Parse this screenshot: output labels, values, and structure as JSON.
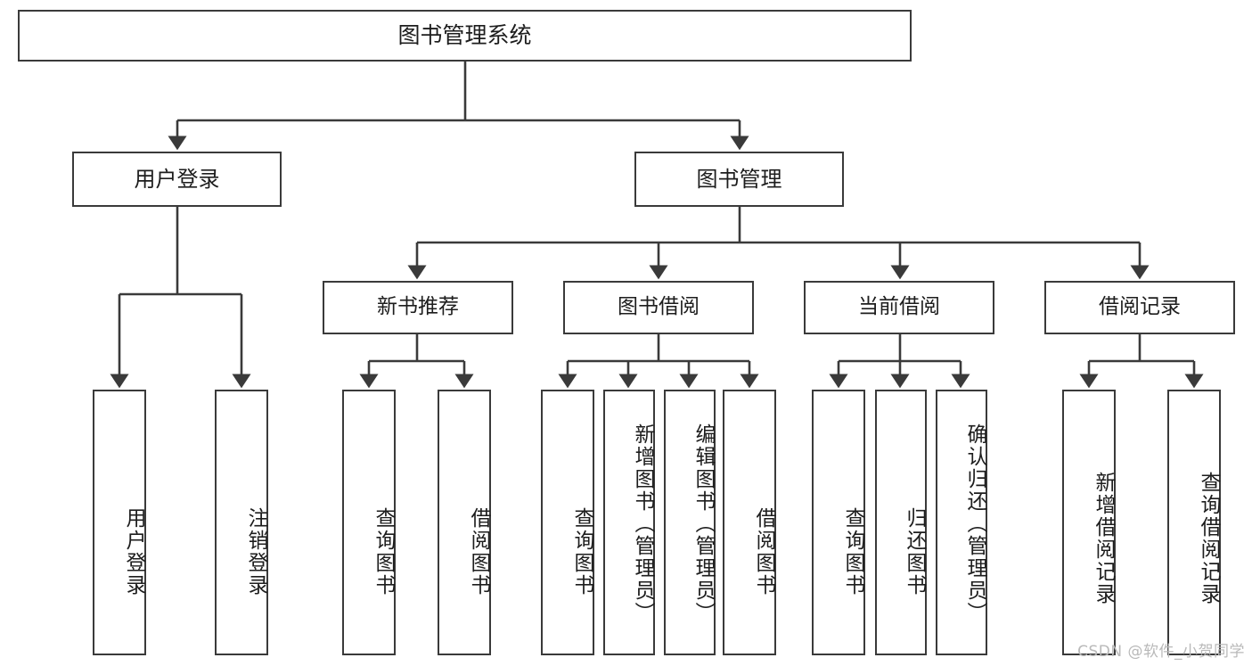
{
  "diagram": {
    "type": "tree-hierarchy",
    "title": "图书管理系统",
    "watermark": "CSDN @软件_小贺同学",
    "colors": {
      "box_border": "#3a3a3a",
      "box_fill": "#ffffff",
      "connector": "#3a3a3a",
      "text": "#1d1d1d",
      "watermark": "#b9b9b9",
      "background": "#ffffff"
    },
    "nodes": {
      "root": {
        "label": "图书管理系统"
      },
      "level2": [
        {
          "id": "user-login",
          "label": "用户登录"
        },
        {
          "id": "book-manage",
          "label": "图书管理"
        }
      ],
      "level3": [
        {
          "id": "new-book-recommend",
          "label": "新书推荐"
        },
        {
          "id": "book-borrow",
          "label": "图书借阅"
        },
        {
          "id": "current-borrow",
          "label": "当前借阅"
        },
        {
          "id": "borrow-record",
          "label": "借阅记录"
        }
      ],
      "leaves": [
        {
          "id": "leaf-user-login",
          "label": "用户登录",
          "parent": "user-login"
        },
        {
          "id": "leaf-logout-login",
          "label": "注销登录",
          "parent": "user-login"
        },
        {
          "id": "leaf-query-book-1",
          "label": "查询图书",
          "parent": "new-book-recommend"
        },
        {
          "id": "leaf-borrow-book-1",
          "label": "借阅图书",
          "parent": "new-book-recommend"
        },
        {
          "id": "leaf-query-book-2",
          "label": "查询图书",
          "parent": "book-borrow"
        },
        {
          "id": "leaf-add-book",
          "label": "新增图书（管理员）",
          "parent": "book-borrow"
        },
        {
          "id": "leaf-edit-book",
          "label": "编辑图书（管理员）",
          "parent": "book-borrow"
        },
        {
          "id": "leaf-borrow-book-2",
          "label": "借阅图书",
          "parent": "book-borrow"
        },
        {
          "id": "leaf-query-book-3",
          "label": "查询图书",
          "parent": "current-borrow"
        },
        {
          "id": "leaf-return-book",
          "label": "归还图书",
          "parent": "current-borrow"
        },
        {
          "id": "leaf-confirm-return",
          "label": "确认归还（管理员）",
          "parent": "current-borrow"
        },
        {
          "id": "leaf-add-record",
          "label": "新增借阅记录",
          "parent": "borrow-record"
        },
        {
          "id": "leaf-query-record",
          "label": "查询借阅记录",
          "parent": "borrow-record"
        }
      ]
    }
  }
}
